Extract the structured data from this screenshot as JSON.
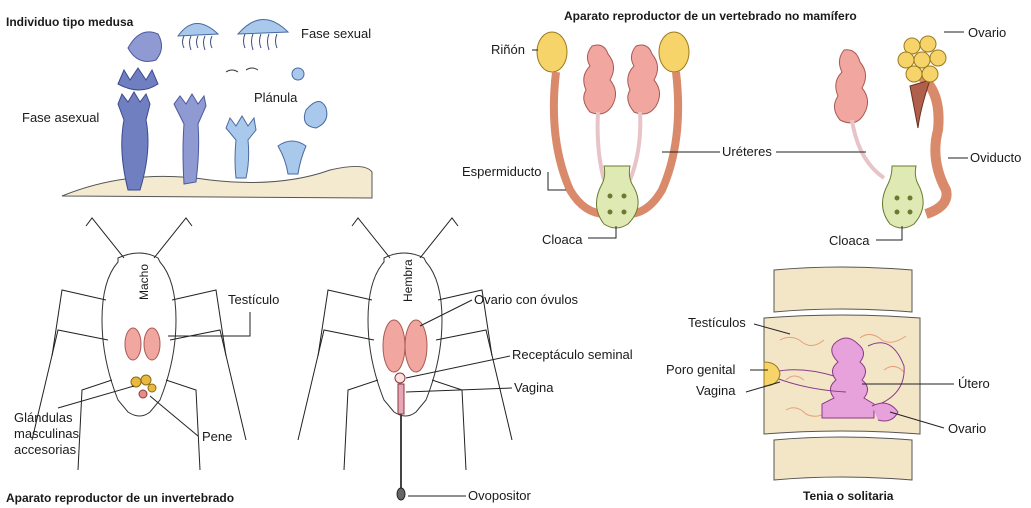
{
  "medusa": {
    "title": "Individuo tipo medusa",
    "labels": {
      "fase_sexual": "Fase sexual",
      "fase_asexual": "Fase asexual",
      "planula": "Plánula"
    }
  },
  "invertebrado": {
    "title": "Aparato reproductor de un invertebrado",
    "macho": "Macho",
    "hembra": "Hembra",
    "labels": {
      "testiculo": "Testículo",
      "glandulas_1": "Glándulas",
      "glandulas_2": "masculinas",
      "glandulas_3": "accesorias",
      "pene": "Pene",
      "ovario_ovulos": "Ovario con óvulos",
      "receptaculo": "Receptáculo seminal",
      "vagina": "Vagina",
      "ovopositor": "Ovopositor"
    }
  },
  "vertebrado": {
    "title": "Aparato reproductor de un vertebrado no mamífero",
    "labels": {
      "rinon": "Riñón",
      "ureteres": "Uréteres",
      "espermiducto": "Espermiducto",
      "cloaca_m": "Cloaca",
      "ovario": "Ovario",
      "oviducto": "Oviducto",
      "cloaca_h": "Cloaca"
    }
  },
  "tenia": {
    "title": "Tenia o solitaria",
    "labels": {
      "testiculos": "Testículos",
      "poro_genital": "Poro genital",
      "vagina": "Vagina",
      "utero": "Útero",
      "ovario": "Ovario"
    }
  },
  "colors": {
    "medusa_light": "#a9c9ec",
    "medusa_dark": "#6f7fc0",
    "sand": "#f4ead0",
    "organ_pink": "#f2a6a0",
    "kidney_yellow": "#f6d46a",
    "duct_brown": "#d98a6b",
    "cloaca_green": "#dfe9b3",
    "tenia_body": "#f3e6c6",
    "uterus_magenta": "#e7a2dc"
  }
}
